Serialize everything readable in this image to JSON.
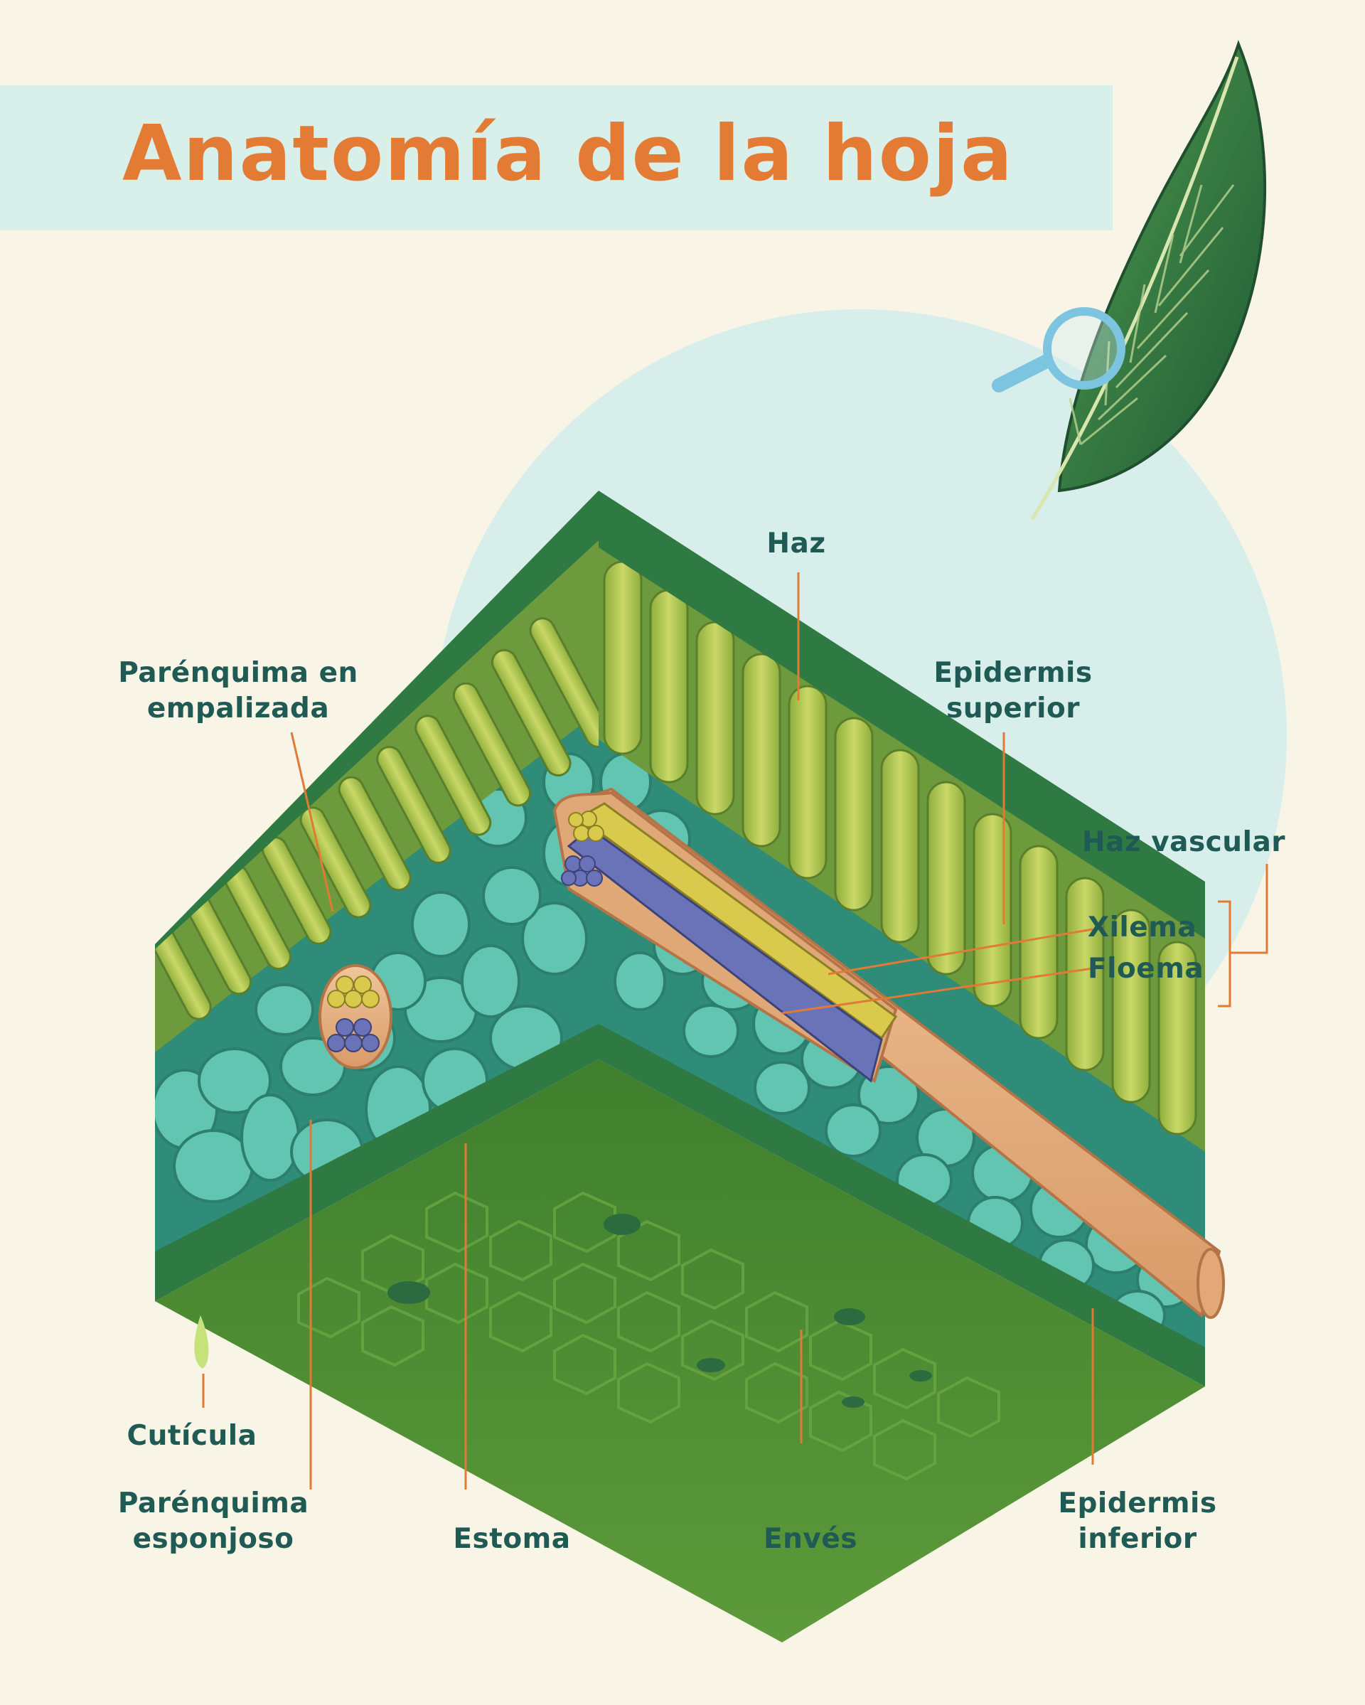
{
  "title": "Anatomía de la hoja",
  "colors": {
    "background": "#f8f5e6",
    "title": "#e47b34",
    "label_text": "#1f5a54",
    "leader_line": "#e07a35",
    "title_band": "#d9efe9",
    "circle": "#d7eeea",
    "epidermis": "#3f8f4b",
    "palisade": "#b7c957",
    "spongy": "#5fc1ae",
    "xylem": "#d9ca4e",
    "phloem": "#6a72b8",
    "bundle_sheath": "#e7b286",
    "lower_surface": "#4b8a33"
  },
  "labels": {
    "haz": "Haz",
    "epidermis_superior": [
      "Epidermis",
      "superior"
    ],
    "parenquima_empalizada": [
      "Parénquima en",
      "empalizada"
    ],
    "haz_vascular": "Haz vascular",
    "xilema": "Xilema",
    "floema": "Floema",
    "cuticula": "Cutícula",
    "parenquima_esponjoso": [
      "Parénquima",
      "esponjoso"
    ],
    "estoma": "Estoma",
    "enves": "Envés",
    "epidermis_inferior": [
      "Epidermis",
      "inferior"
    ]
  },
  "icons": [
    "leaf-icon",
    "magnifier-icon"
  ]
}
